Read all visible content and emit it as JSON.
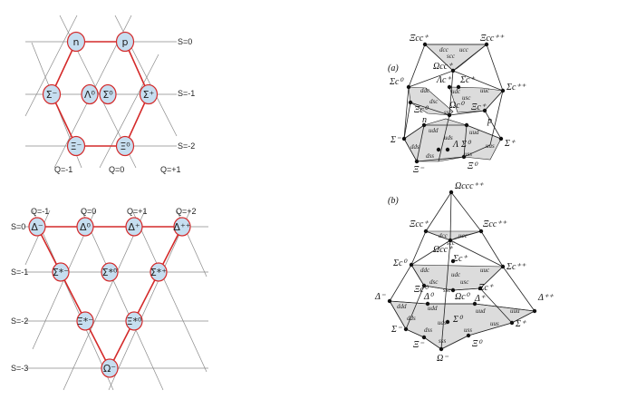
{
  "octet": {
    "strangeness_labels": [
      "S=0",
      "S=-1",
      "S=-2"
    ],
    "charge_labels": [
      "Q=-1",
      "Q=0",
      "Q=+1"
    ],
    "particles": [
      "n",
      "p",
      "Σ⁻",
      "Λ⁰",
      "Σ⁰",
      "Σ⁺",
      "Ξ⁻",
      "Ξ⁰"
    ]
  },
  "decuplet": {
    "strangeness_labels": [
      "S=0",
      "S=-1",
      "S=-2",
      "S=-3"
    ],
    "charge_labels": [
      "Q=-1",
      "Q=0",
      "Q=+1",
      "Q=+2"
    ],
    "particles": [
      "Δ⁻",
      "Δ⁰",
      "Δ⁺",
      "Δ⁺⁺",
      "Σ*⁻",
      "Σ*⁰",
      "Σ*⁺",
      "Ξ*⁻",
      "Ξ*⁰",
      "Ω⁻"
    ]
  },
  "panel_a": {
    "label": "(a)",
    "particles": [
      "Ξcc⁺",
      "Ξcc⁺⁺",
      "Ωcc⁺",
      "Λc⁺",
      "Σc⁺",
      "Σc⁰",
      "Σc⁺⁺",
      "Ξc⁰",
      "Ωc⁰",
      "Ξc⁺",
      "n",
      "p",
      "Σ⁻",
      "Λ",
      "Σ⁰",
      "Σ⁺",
      "Ξ⁻",
      "Ξ⁰"
    ],
    "quark_labels": [
      "dcc",
      "ucc",
      "scc",
      "udc",
      "usc",
      "ddc",
      "uuc",
      "dsc",
      "ssc",
      "udd",
      "uud",
      "uds",
      "dds",
      "uus",
      "dss",
      "uss"
    ]
  },
  "panel_b": {
    "label": "(b)",
    "particles": [
      "Ωccc⁺⁺",
      "Ξcc⁺",
      "Ξcc⁺⁺",
      "Ωcc⁺",
      "Σc⁺",
      "Σc⁰",
      "Σc⁺⁺",
      "Ξc⁰",
      "Ξc⁺",
      "Ωc⁰",
      "Δ⁻",
      "Δ⁰",
      "Δ⁺",
      "Δ⁺⁺",
      "Σ⁰",
      "Σ⁻",
      "Σ⁺",
      "Ξ⁻",
      "Ξ⁰",
      "Ω⁻"
    ],
    "quark_labels": [
      "dcc",
      "ucc",
      "scc",
      "udc",
      "ddc",
      "uuc",
      "dsc",
      "usc",
      "ssc",
      "ddd",
      "udd",
      "uud",
      "uuu",
      "dds",
      "uds",
      "uus",
      "dss",
      "uss",
      "sss"
    ]
  }
}
